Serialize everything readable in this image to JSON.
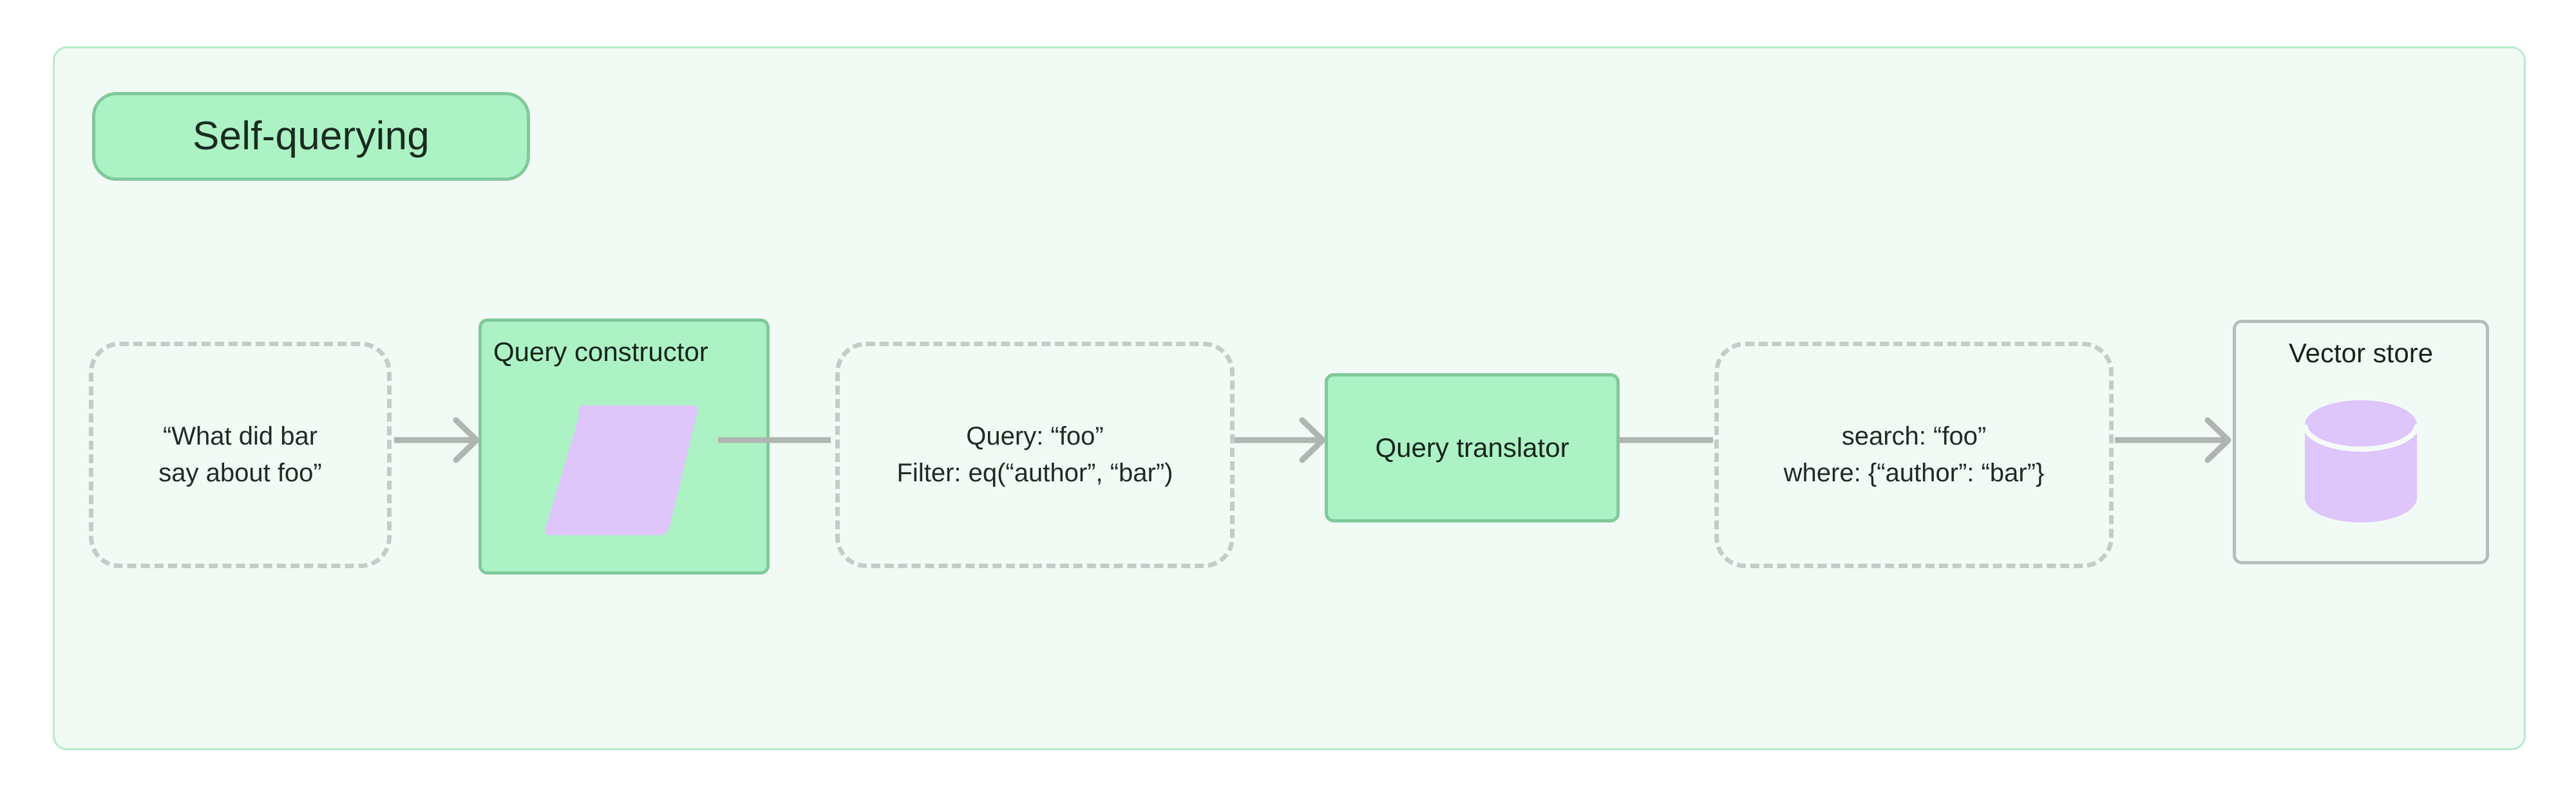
{
  "diagram": {
    "type": "flowchart",
    "direction": "left-to-right",
    "title": "Self-querying",
    "colors": {
      "page_background": "#FFFFFF",
      "container_background": "#F2FAF5",
      "container_border": "#B6EBC9",
      "node_green_fill": "#ACF2C5",
      "node_green_border": "#7FC99C",
      "node_dashed_border": "#C5CCC8",
      "node_store_border": "#B7BDBA",
      "icon_purple": "#DEC6FB",
      "edge_stroke": "#B0B5B2",
      "text": "#16241C"
    },
    "nodes": [
      {
        "id": "user-question",
        "shape": "rounded-dashed",
        "label": "“What did bar\nsay about foo”",
        "label_lines": [
          "“What did bar",
          "say about foo”"
        ],
        "icon": null
      },
      {
        "id": "query-constructor",
        "shape": "rounded-rect-green",
        "label": "Query constructor",
        "icon": "parallelogram-icon"
      },
      {
        "id": "structured-query",
        "shape": "rounded-dashed",
        "label": "Query: “foo”\nFilter: eq(“author”, “bar”)",
        "label_lines": [
          "Query: “foo”",
          "Filter: eq(“author”, “bar”)"
        ],
        "icon": null
      },
      {
        "id": "query-translator",
        "shape": "rounded-rect-green",
        "label": "Query translator",
        "icon": null
      },
      {
        "id": "translated-query",
        "shape": "rounded-dashed",
        "label": "search: “foo”\nwhere: {“author”: “bar”}",
        "label_lines": [
          "search: “foo”",
          "where: {“author”: “bar”}"
        ],
        "icon": null
      },
      {
        "id": "vector-store",
        "shape": "rounded-rect-gray",
        "label": "Vector store",
        "icon": "database-cylinder-icon"
      }
    ],
    "edges": [
      {
        "from": "user-question",
        "to": "query-constructor",
        "arrowhead": true,
        "label": ""
      },
      {
        "from": "query-constructor",
        "to": "structured-query",
        "arrowhead": false,
        "label": ""
      },
      {
        "from": "structured-query",
        "to": "query-translator",
        "arrowhead": true,
        "label": ""
      },
      {
        "from": "query-translator",
        "to": "translated-query",
        "arrowhead": false,
        "label": ""
      },
      {
        "from": "translated-query",
        "to": "vector-store",
        "arrowhead": true,
        "label": ""
      }
    ]
  }
}
